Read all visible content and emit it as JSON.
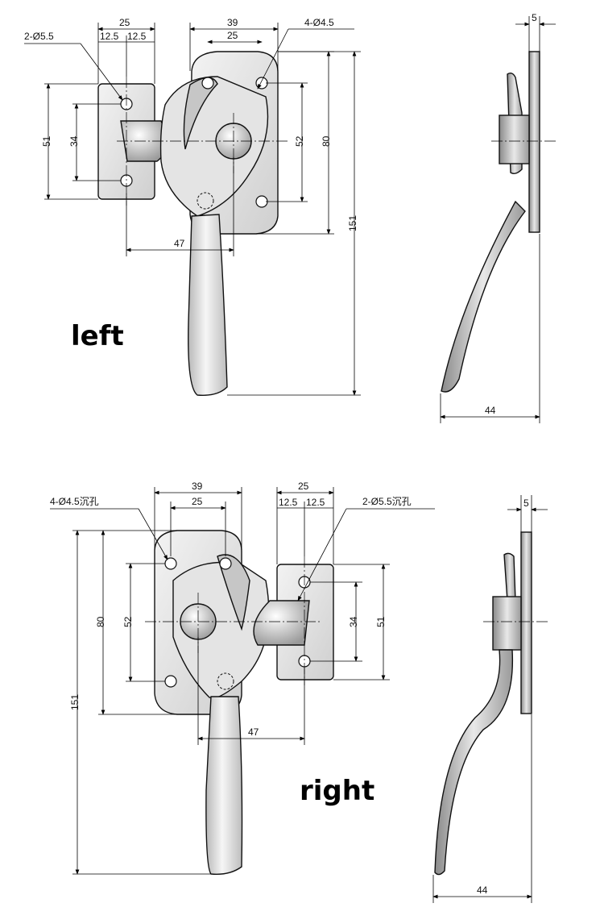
{
  "left_view": {
    "caption": "left",
    "dims": {
      "w25": "25",
      "w12a": "12.5",
      "w12b": "12.5",
      "holes_keeper": "2-Ø5.5",
      "w39": "39",
      "w25b": "25",
      "holes_base": "4-Ø4.5",
      "h51": "51",
      "h34": "34",
      "h52": "52",
      "h80": "80",
      "h151": "151",
      "d47": "47"
    }
  },
  "right_view": {
    "caption": "right",
    "dims": {
      "w39": "39",
      "w25": "25",
      "holes_base": "4-Ø4.5沉孔",
      "w25b": "25",
      "w12a": "12.5",
      "w12b": "12.5",
      "holes_keeper": "2-Ø5.5沉孔",
      "h80": "80",
      "h52": "52",
      "h34": "34",
      "h51": "51",
      "h151": "151",
      "d47": "47"
    }
  },
  "side_top": {
    "thickness": "5",
    "depth": "44"
  },
  "side_bottom": {
    "thickness": "5",
    "depth": "44"
  }
}
